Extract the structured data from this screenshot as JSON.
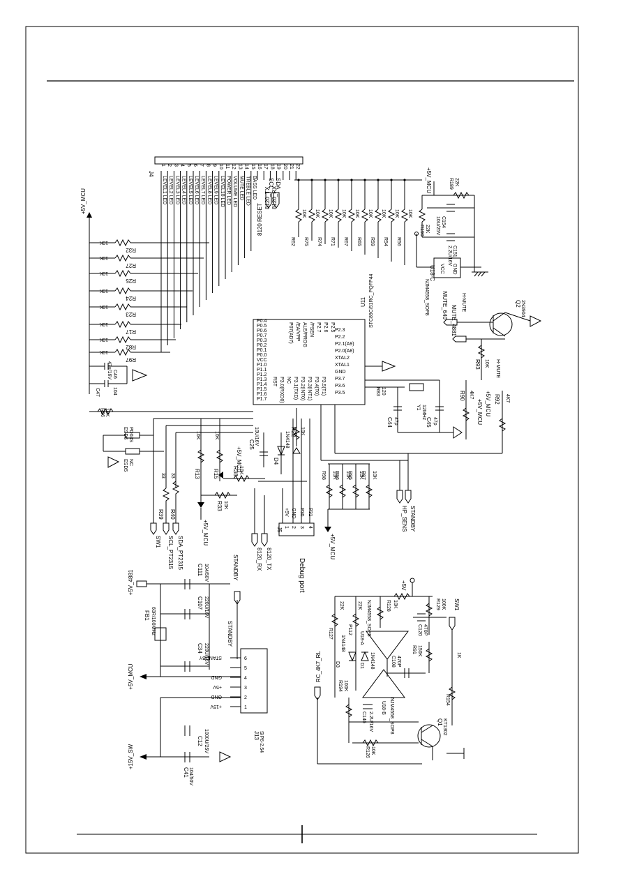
{
  "connector_j4": {
    "ref": "J4",
    "pins": [
      "1",
      "2",
      "3",
      "4",
      "5",
      "6",
      "7",
      "8",
      "9",
      "10",
      "11",
      "12",
      "13",
      "14",
      "15",
      "16",
      "17",
      "18",
      "19",
      "20",
      "21",
      "22"
    ],
    "signals": [
      "LEVEL1 LED",
      "LEVEL2 LED",
      "LEVEL3 LED",
      "LEVEL4 LED",
      "LEVEL5 LED",
      "LEVEL6 LED",
      "LEVEL7 LED",
      "LEVEL8 LED",
      "LEVEL9 LED",
      "LEVEL10 LED",
      "POWER LED",
      "VOLUME LED",
      "MUTE LED",
      "TREBLE LED",
      "BASS LED",
      "8120 RESET",
      "8120_TX",
      "8120_RX",
      "SCL",
      "SDA"
    ],
    "supply": "+5V_MCU"
  },
  "led_resistors": [
    {
      "ref": "R32",
      "value": "10K"
    },
    {
      "ref": "R27",
      "value": "10K"
    },
    {
      "ref": "R25",
      "value": "10K"
    },
    {
      "ref": "R24",
      "value": "10K"
    },
    {
      "ref": "R23",
      "value": "10K"
    },
    {
      "ref": "R17",
      "value": "10K"
    },
    {
      "ref": "R82",
      "value": "10K"
    },
    {
      "ref": "R97",
      "value": "10K"
    }
  ],
  "pullups": [
    {
      "ref": "R62",
      "value": "10K"
    },
    {
      "ref": "R75",
      "value": "10K"
    },
    {
      "ref": "R74",
      "value": "10K"
    },
    {
      "ref": "R71",
      "value": "10K"
    },
    {
      "ref": "R67",
      "value": "10K"
    },
    {
      "ref": "R65",
      "value": "10K"
    },
    {
      "ref": "R59",
      "value": "10K"
    },
    {
      "ref": "R54",
      "value": "10K"
    },
    {
      "ref": "R56",
      "value": "10K"
    }
  ],
  "mcu": {
    "ref": "U11",
    "part": "STC89C/51RC_PQFP44",
    "pins_left": [
      "P0.4",
      "P0.5",
      "P0.6",
      "P0.7",
      "P0.3",
      "P0.2",
      "P0.1",
      "P0.0",
      "VCC",
      "P1.0",
      "P1.1",
      "P1.2",
      "P1.3",
      "P1.4",
      "P1.5",
      "P1.6",
      "P1.7"
    ],
    "pins_mid": [
      "P07(AD7)",
      "/EA/VPP",
      "ALE/PROG",
      "/PSEN",
      "P2.7",
      "P2.6",
      "P2.5"
    ],
    "pins_right": [
      "P2.3",
      "P2.2",
      "P2.1(A9)",
      "P2.0(A8)",
      "XTAL2",
      "XTAL1",
      "GND",
      "P3.7",
      "P3.6",
      "P3.5"
    ],
    "pins_bottom": [
      "RST",
      "P3.0(RXD0)",
      "NC",
      "P3.1(TXD)",
      "P3.2(INT0)",
      "P3.3(INT1)",
      "P3.4(T0)",
      "P3.5(T1)"
    ]
  },
  "mcu_support": {
    "c_decoupling": [
      {
        "ref": "C46",
        "value": "47u/16V"
      },
      {
        "ref": "C47",
        "value": "104"
      }
    ],
    "r_reset": {
      "ref": "R86",
      "value": "10K"
    },
    "crystal": {
      "ref": "Y1",
      "value": "12MHz"
    },
    "c_xtal": [
      {
        "ref": "C44",
        "value": "47p"
      },
      {
        "ref": "C45",
        "value": "47p"
      }
    ],
    "r83": {
      "ref": "R83",
      "value": "120"
    },
    "esd": [
      {
        "ref": "ESD6",
        "value": "PD03S"
      },
      {
        "ref": "ESD5",
        "value": "NC"
      }
    ],
    "reset_r": [
      {
        "ref": "R13",
        "value": "10K"
      },
      {
        "ref": "R15",
        "value": "10K"
      },
      {
        "ref": "R38",
        "value": "10K"
      },
      {
        "ref": "R33",
        "value": "10K"
      }
    ],
    "reset_c": {
      "ref": "C25",
      "value": "10U/16V"
    },
    "diode": {
      "ref": "D4",
      "value": "1N4148"
    },
    "r22": {
      "ref": "R22",
      "value": "10K"
    },
    "bottom_r": [
      {
        "ref": "R98",
        "value": "10K"
      },
      {
        "ref": "R96",
        "value": "10K"
      },
      {
        "ref": "R95",
        "value": "10K"
      },
      {
        "ref": "R87",
        "value": "10K"
      }
    ],
    "series_r": [
      {
        "ref": "R39",
        "value": "33"
      },
      {
        "ref": "R40",
        "value": "33"
      }
    ]
  },
  "mute_section": {
    "ic": {
      "ref": "U18-C",
      "part": "NJM4558_SOP8",
      "pins": {
        "vcc": "VCC",
        "gnd": "GND"
      },
      "label": "H-MUTE"
    },
    "r190": {
      "ref": "R190",
      "value": "22K"
    },
    "r189": {
      "ref": "R189",
      "value": "22K"
    },
    "c151": {
      "ref": "C151",
      "value": "2.2U/16V"
    },
    "c154": {
      "ref": "C154",
      "value": "10U/25V"
    },
    "q2": {
      "ref": "Q2",
      "part": "2N3904"
    },
    "r93": {
      "ref": "R93",
      "value": "10K"
    },
    "r90": {
      "ref": "R90",
      "value": "4K7"
    },
    "r92": {
      "ref": "R92",
      "value": "4K7"
    },
    "net_mute640": "MUTE_640",
    "net_mute4881": "MUTE_4881",
    "net_hmute": "H-MUTE"
  },
  "net_labels": {
    "v5mcu": "+5V_MCU",
    "sw1": "SW1",
    "scl": "SCL_PT2315",
    "sda": "SDA_PT2315",
    "rx": "8120_RX",
    "tx": "8120_TX",
    "hp_sens": "HP_SENS",
    "standby": "STANDBY",
    "debug_port": "Debug port",
    "v5": "+5V"
  },
  "debug_connector": {
    "ref": "J5",
    "pins": [
      "1",
      "2",
      "3",
      "4"
    ],
    "signals": [
      "+5V",
      "GND",
      "P30",
      "P31"
    ]
  },
  "power": {
    "v5_4881": "+5V_4881",
    "fb1": {
      "ref": "FB1",
      "value": "60R/100MHz"
    },
    "c111": {
      "ref": "C111",
      "value": "104/50V"
    },
    "c107": {
      "ref": "C107",
      "value": "220U/16V"
    },
    "c34": {
      "ref": "C34",
      "value": "220U/16V"
    },
    "c12": {
      "ref": "C12",
      "value": "1000U/25V"
    },
    "c41": {
      "ref": "C41",
      "value": "104/50V"
    },
    "v15sw": "+15V_SW",
    "j13": {
      "ref": "J13",
      "part": "SIP6-2.54",
      "pins": [
        "1",
        "2",
        "3",
        "4",
        "5",
        "6"
      ],
      "signals": [
        "+15V",
        "GND",
        "+5V",
        "GND",
        "",
        "STANDBY"
      ]
    }
  },
  "ir_section": {
    "net_rc": "RC_4K7_RL",
    "net_sw1": "SW1",
    "net_5v": "+5V",
    "u18a": {
      "ref": "U18-A",
      "part": "NJM4558_SOP8"
    },
    "u18b": {
      "ref": "U18-B",
      "part": "NJM4558_SOP8"
    },
    "r127": {
      "ref": "R127",
      "value": "22K"
    },
    "r112": {
      "ref": "P112",
      "value": "22K"
    },
    "r128": {
      "ref": "R128",
      "value": "10K"
    },
    "r129": {
      "ref": "R129",
      "value": "100K"
    },
    "c120": {
      "ref": "C120",
      "value": "470P"
    },
    "r91": {
      "ref": "R91",
      "value": "150K"
    },
    "c108": {
      "ref": "C108",
      "value": "470P"
    },
    "d3": {
      "ref": "D3",
      "value": "1N4148"
    },
    "d1": {
      "ref": "D1",
      "value": "1N4148"
    },
    "r154": {
      "ref": "R154",
      "value": "1K"
    },
    "r194": {
      "ref": "R194",
      "value": "100K"
    },
    "c146": {
      "ref": "C146",
      "value": "2.2U/16V"
    },
    "r126": {
      "ref": "R126",
      "value": "10K"
    },
    "q1": {
      "ref": "Q1",
      "part": "KT1302"
    }
  }
}
